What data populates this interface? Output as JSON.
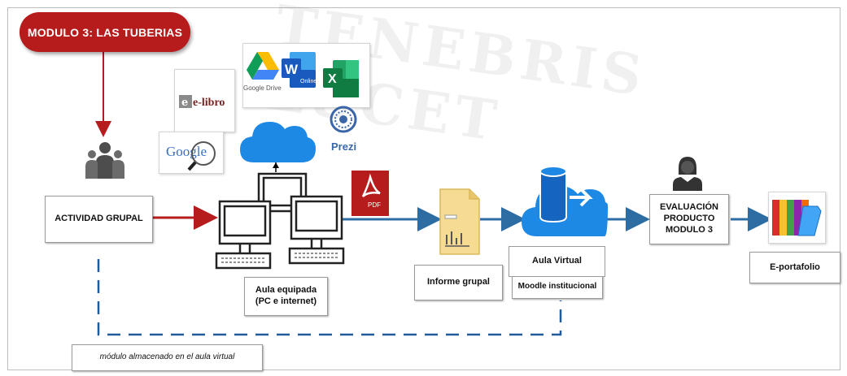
{
  "title": "MODULO 3: LAS TUBERIAS",
  "nodes": {
    "actividad": "ACTIVIDAD GRUPAL",
    "aula_equipada": [
      "Aula equipada",
      "(PC e internet)"
    ],
    "informe": "Informe grupal",
    "aula_virtual": "Aula Virtual",
    "moodle": "Moodle institucional",
    "evaluacion": [
      "EVALUACIÓN",
      "PRODUCTO",
      "MODULO 3"
    ],
    "eportafolio": "E-portafolio",
    "almacenado": "módulo almacenado en el aula virtual"
  },
  "tools": {
    "elibro": "e-libro",
    "google": "Google",
    "gdrive": "Google Drive",
    "word_online": "Online",
    "prezi": "Prezi",
    "pdf": "PDF"
  },
  "watermark": "TENEBRIS LUCET",
  "colors": {
    "red": "#b71c1c",
    "blue": "#2e6da4",
    "dashed": "#1f5c99",
    "cloud": "#1e88e5"
  }
}
